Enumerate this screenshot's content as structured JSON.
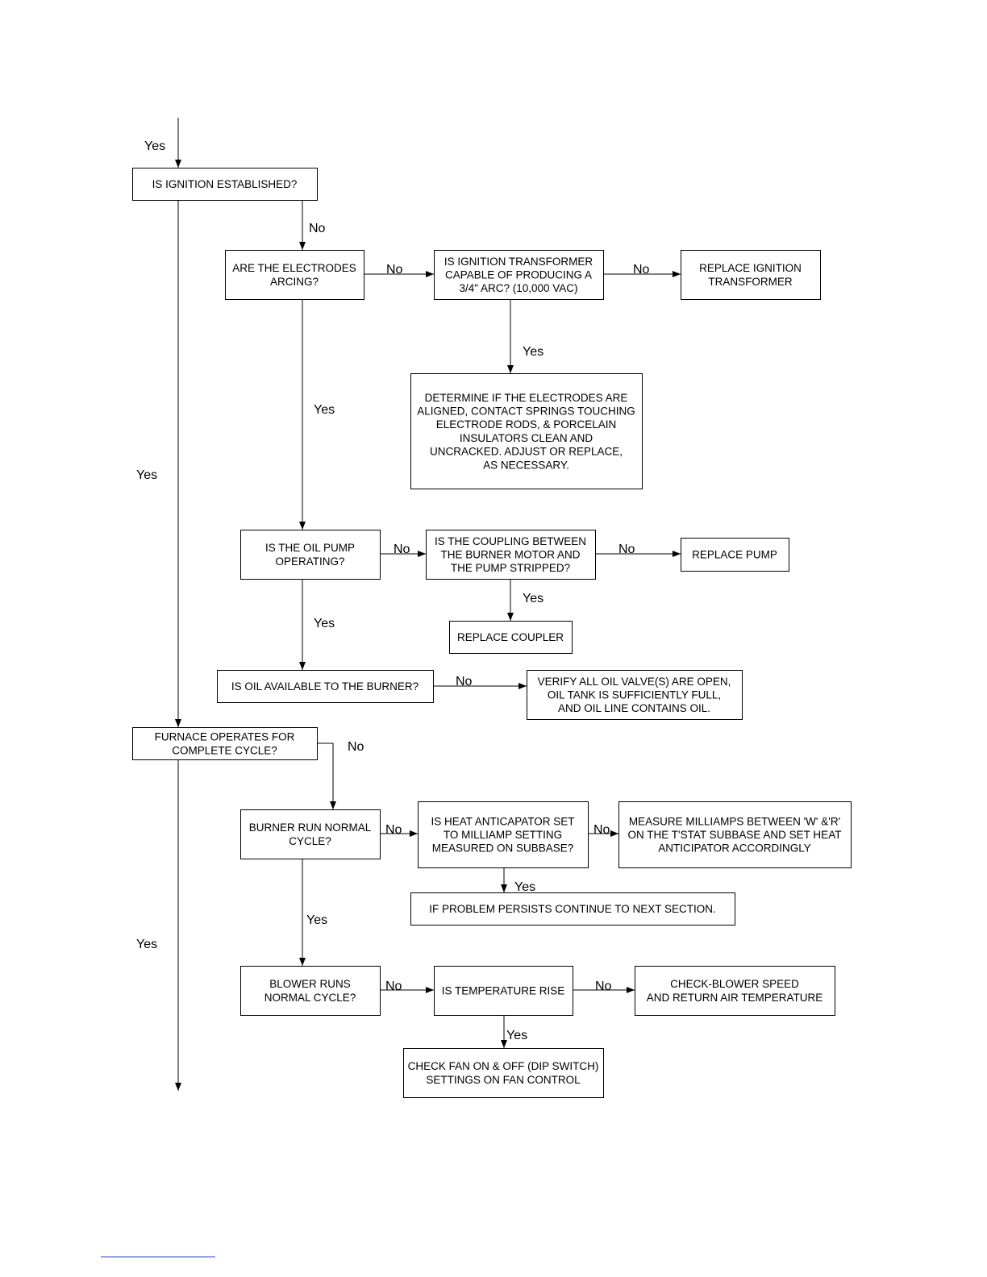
{
  "nodes": [
    {
      "id": "ignition",
      "lines": [
        "IS IGNITION ESTABLISHED?"
      ]
    },
    {
      "id": "electrodes",
      "lines": [
        "ARE THE ELECTRODES",
        "ARCING?"
      ]
    },
    {
      "id": "transformer",
      "lines": [
        "IS IGNITION TRANSFORMER",
        "CAPABLE OF PRODUCING A",
        "3/4\" ARC? (10,000 VAC)"
      ]
    },
    {
      "id": "replace_transformer",
      "lines": [
        "REPLACE IGNITION",
        "TRANSFORMER"
      ]
    },
    {
      "id": "determine",
      "lines": [
        "DETERMINE IF THE ELECTRODES ARE",
        "ALIGNED, CONTACT SPRINGS TOUCHING",
        "ELECTRODE RODS, & PORCELAIN",
        "INSULATORS CLEAN AND",
        "UNCRACKED.  ADJUST OR REPLACE,",
        "AS NECESSARY."
      ]
    },
    {
      "id": "oil_pump",
      "lines": [
        "IS THE OIL PUMP",
        "OPERATING?"
      ]
    },
    {
      "id": "coupling",
      "lines": [
        "IS THE COUPLING BETWEEN",
        "THE BURNER MOTOR AND",
        "THE PUMP STRIPPED?"
      ]
    },
    {
      "id": "replace_pump",
      "lines": [
        "REPLACE PUMP"
      ]
    },
    {
      "id": "replace_coupler",
      "lines": [
        "REPLACE COUPLER"
      ]
    },
    {
      "id": "oil_available",
      "lines": [
        "IS OIL AVAILABLE TO THE BURNER?"
      ]
    },
    {
      "id": "verify_oil",
      "lines": [
        "VERIFY ALL OIL VALVE(S) ARE OPEN,",
        "OIL TANK IS SUFFICIENTLY FULL,",
        "AND OIL LINE CONTAINS OIL."
      ]
    },
    {
      "id": "furnace_cycle",
      "lines": [
        "FURNACE OPERATES FOR",
        "COMPLETE CYCLE?"
      ]
    },
    {
      "id": "burner_run",
      "lines": [
        "BURNER RUN NORMAL",
        "CYCLE?"
      ]
    },
    {
      "id": "heat_anticipator",
      "lines": [
        "IS HEAT ANTICAPATOR SET",
        "TO MILLIAMP SETTING",
        "MEASURED ON SUBBASE?"
      ]
    },
    {
      "id": "measure_milliamps",
      "lines": [
        "MEASURE MILLIAMPS BETWEEN 'W' &'R'",
        "ON THE T'STAT SUBBASE AND SET HEAT",
        "ANTICIPATOR ACCORDINGLY"
      ]
    },
    {
      "id": "problem_persists",
      "lines": [
        "IF PROBLEM PERSISTS CONTINUE TO NEXT  SECTION."
      ]
    },
    {
      "id": "blower_runs",
      "lines": [
        "BLOWER RUNS",
        "NORMAL CYCLE?"
      ]
    },
    {
      "id": "temp_rise",
      "lines": [
        "IS TEMPERATURE RISE"
      ]
    },
    {
      "id": "check_blower",
      "lines": [
        "CHECK-BLOWER SPEED",
        "AND RETURN AIR TEMPERATURE"
      ]
    },
    {
      "id": "check_fan",
      "lines": [
        "CHECK FAN ON & OFF (DIP SWITCH)",
        "SETTINGS ON FAN CONTROL"
      ]
    }
  ],
  "edges": [
    {
      "id": "entry",
      "from": "",
      "to": "ignition",
      "label": "Yes"
    },
    {
      "id": "ignition_no",
      "from": "ignition",
      "to": "electrodes",
      "label": "No"
    },
    {
      "id": "electrodes_no",
      "from": "electrodes",
      "to": "transformer",
      "label": "No"
    },
    {
      "id": "transformer_no",
      "from": "transformer",
      "to": "replace_transformer",
      "label": "No"
    },
    {
      "id": "transformer_yes",
      "from": "transformer",
      "to": "determine",
      "label": "Yes"
    },
    {
      "id": "electrodes_yes",
      "from": "electrodes",
      "to": "oil_pump",
      "label": "Yes"
    },
    {
      "id": "oil_pump_no",
      "from": "oil_pump",
      "to": "coupling",
      "label": "No"
    },
    {
      "id": "coupling_no",
      "from": "coupling",
      "to": "replace_pump",
      "label": "No"
    },
    {
      "id": "coupling_yes",
      "from": "coupling",
      "to": "replace_coupler",
      "label": "Yes"
    },
    {
      "id": "oil_pump_yes",
      "from": "oil_pump",
      "to": "oil_available",
      "label": "Yes"
    },
    {
      "id": "oil_available_no",
      "from": "oil_available",
      "to": "verify_oil",
      "label": "No"
    },
    {
      "id": "ignition_yes",
      "from": "ignition",
      "to": "furnace_cycle",
      "label": "Yes"
    },
    {
      "id": "furnace_no",
      "from": "furnace_cycle",
      "to": "burner_run",
      "label": "No"
    },
    {
      "id": "burner_no",
      "from": "burner_run",
      "to": "heat_anticipator",
      "label": "No"
    },
    {
      "id": "anticipator_no",
      "from": "heat_anticipator",
      "to": "measure_milliamps",
      "label": "No"
    },
    {
      "id": "anticipator_yes",
      "from": "heat_anticipator",
      "to": "problem_persists",
      "label": "Yes"
    },
    {
      "id": "burner_yes",
      "from": "burner_run",
      "to": "blower_runs",
      "label": "Yes"
    },
    {
      "id": "blower_no",
      "from": "blower_runs",
      "to": "temp_rise",
      "label": "No"
    },
    {
      "id": "temp_no",
      "from": "temp_rise",
      "to": "check_blower",
      "label": "No"
    },
    {
      "id": "temp_yes",
      "from": "temp_rise",
      "to": "check_fan",
      "label": "Yes"
    },
    {
      "id": "furnace_yes",
      "from": "furnace_cycle",
      "to": "",
      "label": "Yes"
    }
  ]
}
